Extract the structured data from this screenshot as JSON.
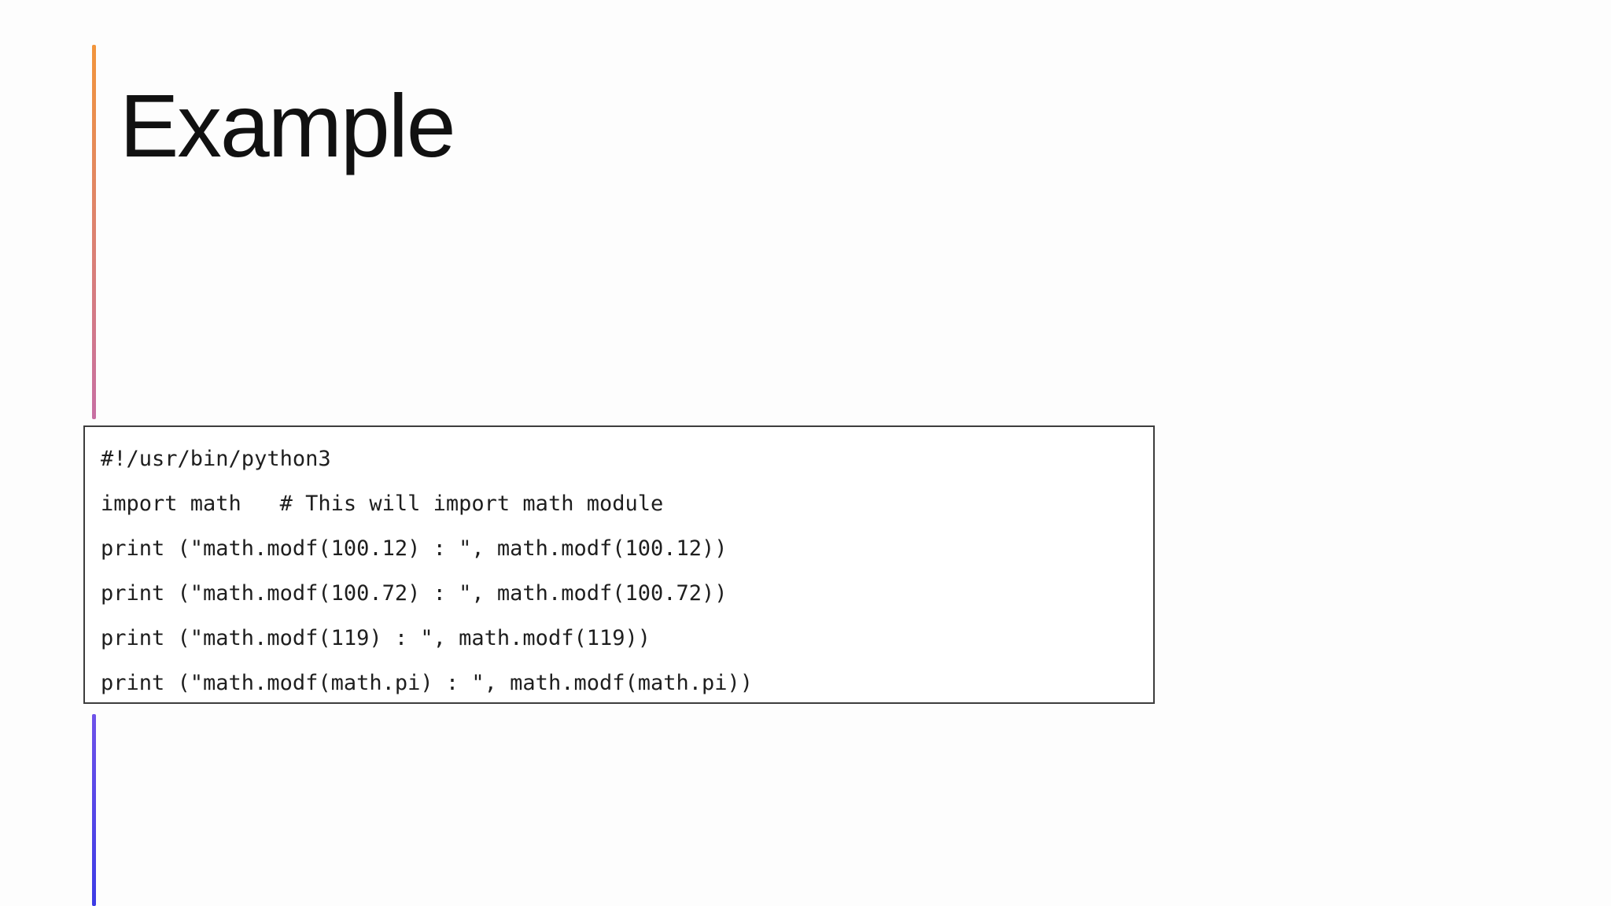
{
  "slide": {
    "title": "Example",
    "code_block": {
      "lines": [
        "#!/usr/bin/python3",
        "import math   # This will import math module",
        "print (\"math.modf(100.12) : \", math.modf(100.12))",
        "print (\"math.modf(100.72) : \", math.modf(100.72))",
        "print (\"math.modf(119) : \", math.modf(119))",
        "print (\"math.modf(math.pi) : \", math.modf(math.pi))"
      ]
    }
  },
  "colors": {
    "background": "#fdfdfd",
    "title_text": "#111111",
    "accent_top_start": "#F2953B",
    "accent_top_end": "#C76FA3",
    "accent_bottom_start": "#6E52E9",
    "accent_bottom_end": "#3C3BE5",
    "code_border": "#3d3d3d",
    "code_text": "#1e1e1e"
  }
}
